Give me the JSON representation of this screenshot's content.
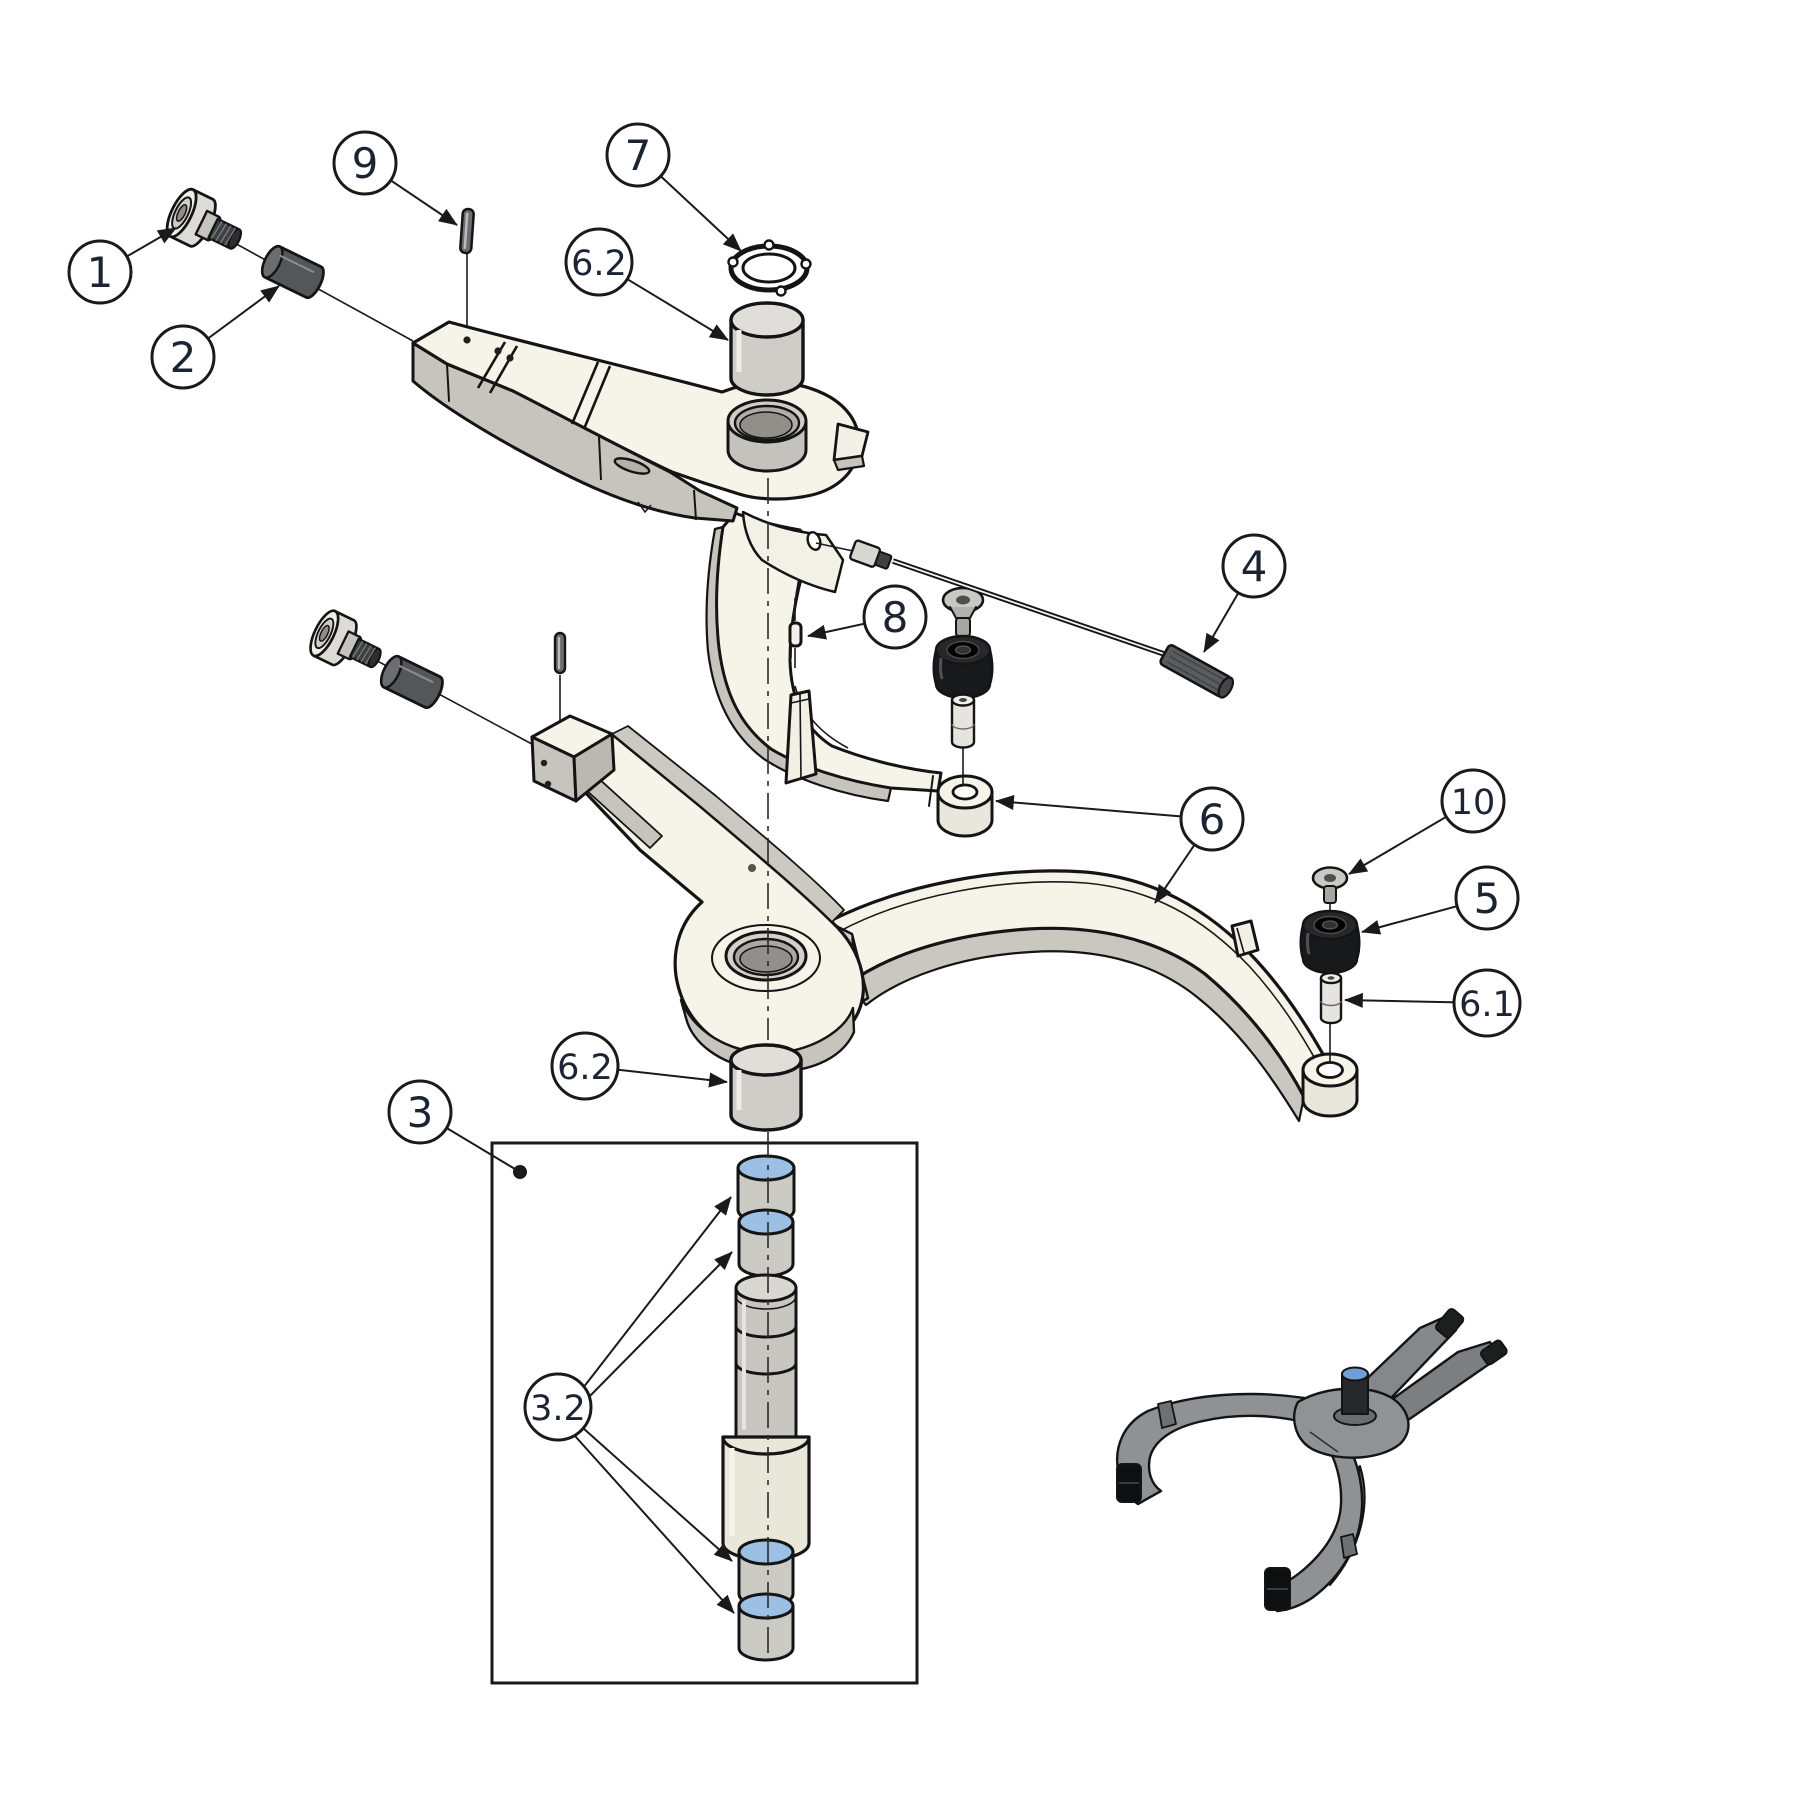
{
  "figure": {
    "type": "exploded-assembly-parts-diagram",
    "background": "#ffffff",
    "outline_color": "#1a1a1a",
    "balloon_fill": "#ffffff",
    "balloon_text_color": "#1c2433",
    "part_colors": {
      "face_cream": "#f6f3e8",
      "face_gray": "#c6c4bc",
      "metal_light": "#d6d4ce",
      "metal_mid": "#b3b1a9",
      "steel_dark": "#54575a",
      "rubber_black": "#1b1d1f",
      "bushing_blue": "#9cbfe4",
      "assembled_top": "#90939 5",
      "assembled_side": "#6e7174"
    }
  },
  "callouts": [
    {
      "label": "1"
    },
    {
      "label": "2"
    },
    {
      "label": "9"
    },
    {
      "label": "7"
    },
    {
      "label": "6.2"
    },
    {
      "label": "8"
    },
    {
      "label": "4"
    },
    {
      "label": "6"
    },
    {
      "label": "10"
    },
    {
      "label": "5"
    },
    {
      "label": "6.1"
    },
    {
      "label": "6.2"
    },
    {
      "label": "3"
    },
    {
      "label": "3.2"
    }
  ]
}
